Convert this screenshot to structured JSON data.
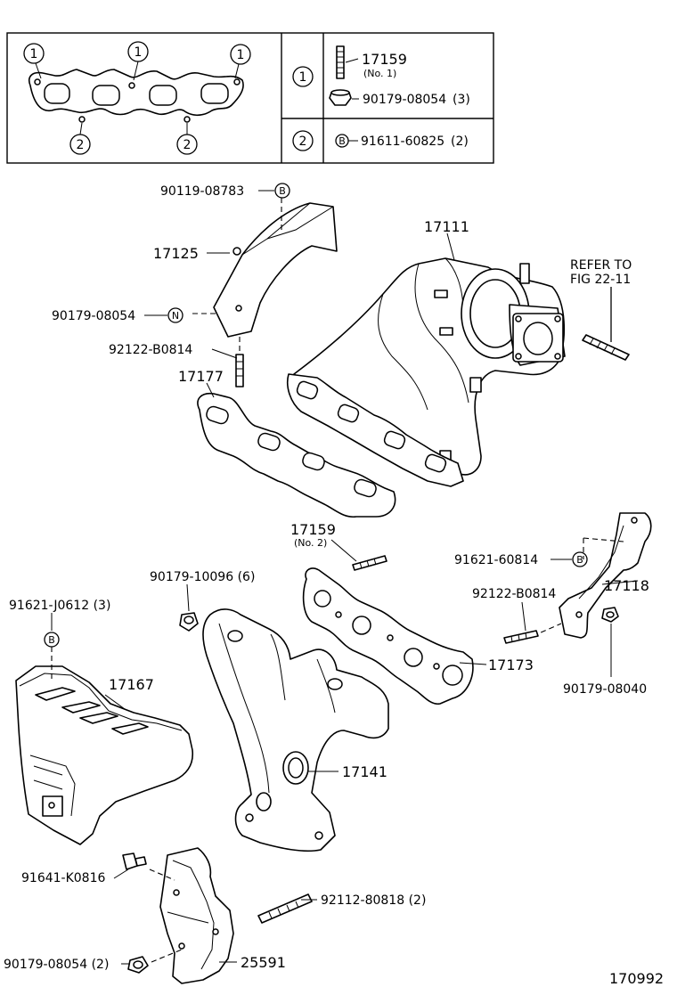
{
  "callout_table": {
    "rows": [
      {
        "mark": "1",
        "parts": [
          {
            "number": "17159",
            "note": "(No. 1)"
          },
          {
            "number": "90179-08054",
            "qty": "(3)"
          }
        ]
      },
      {
        "mark": "2",
        "parts": [
          {
            "number": "91611-60825",
            "qty": "(2)",
            "symbol": "B"
          }
        ]
      }
    ],
    "gasket_marks_top": [
      "1",
      "1",
      "1"
    ],
    "gasket_marks_bottom": [
      "2",
      "2"
    ]
  },
  "refer": {
    "line1": "REFER TO",
    "line2": "FIG 22-11"
  },
  "labels": {
    "p90119_08783": "90119-08783",
    "p17125": "17125",
    "p90179_08054_top": "90179-08054",
    "p92122_b0814_top": "92122-B0814",
    "p17177": "17177",
    "p17111": "17111",
    "p17159": "17159",
    "p17159_note": "(No. 2)",
    "p90179_10096": "90179-10096 (6)",
    "p91621_60814": "91621-60814",
    "p92122_b0814_right": "92122-B0814",
    "p17118": "17118",
    "p91621_j0612": "91621-J0612 (3)",
    "p17167": "17167",
    "p17173": "17173",
    "p90179_08040": "90179-08040",
    "p17141": "17141",
    "p91641_k0816": "91641-K0816",
    "p92112_80818": "92112-80818 (2)",
    "p90179_08054_bottom": "90179-08054 (2)",
    "p25591": "25591"
  },
  "symbols": {
    "b": "B",
    "n": "N"
  },
  "figure_number": "170992"
}
